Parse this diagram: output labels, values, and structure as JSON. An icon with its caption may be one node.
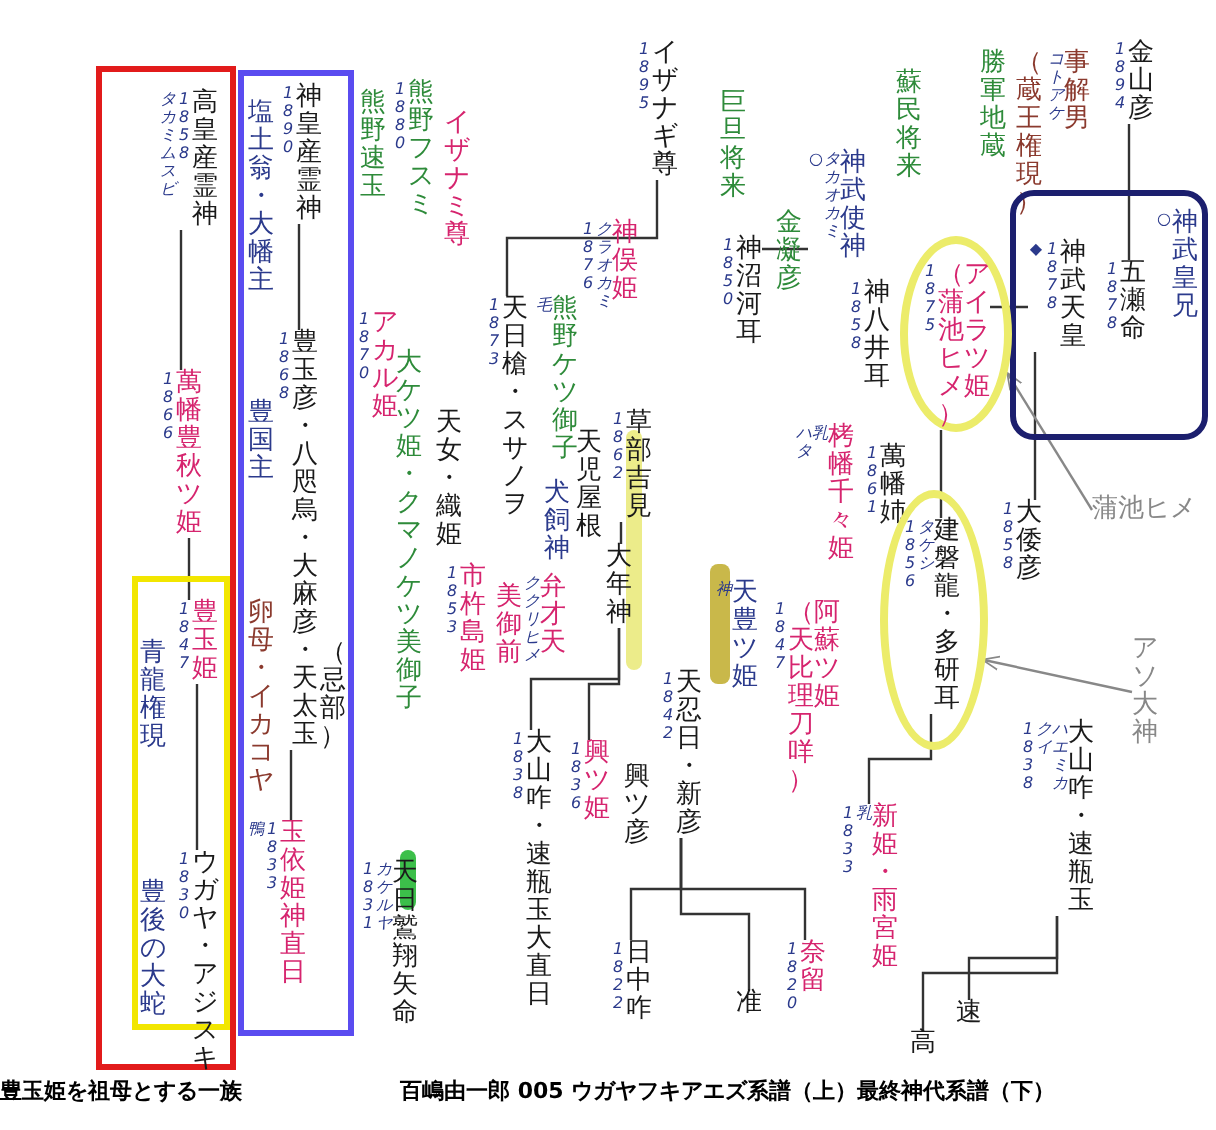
{
  "diagram": {
    "nodes": [
      {
        "text": [],
        "shape": "box"
      },
      {
        "text": [
          "高皇産霊神"
        ],
        "beside": [
          "タカミムスビ",
          "1858"
        ],
        "in": 0
      },
      {
        "text": [
          "萬幡豊秋ツ姫"
        ],
        "beside": [
          "1866"
        ],
        "in": 0
      },
      {
        "text": [],
        "shape": "box",
        "in": 0
      },
      {
        "text": [
          "豊玉姫"
        ],
        "beside": [
          "1847"
        ],
        "in": 3
      },
      {
        "text": [
          "青龍権現"
        ],
        "in": 3
      },
      {
        "text": [
          "ウガヤ・アジスキ"
        ],
        "beside": [
          "1830"
        ],
        "in": 3
      },
      {
        "text": [
          "豊後の大蛇"
        ],
        "in": 3
      },
      {
        "text": [],
        "shape": "box"
      },
      {
        "text": [
          "神皇産霊神"
        ],
        "beside": [
          "1890"
        ],
        "in": 8
      },
      {
        "text": [
          "塩土翁・大幡主"
        ],
        "in": 8
      },
      {
        "text": [
          "豊玉彦・八咫烏・大麻彦・天太玉"
        ],
        "beside": [
          "1868"
        ],
        "in": 8
      },
      {
        "text": [
          "豊国主"
        ],
        "in": 8
      },
      {
        "text": [
          "（忌部）"
        ],
        "in": 8
      },
      {
        "text": [
          "卵母・イカコヤ"
        ],
        "in": 8
      },
      {
        "text": [
          "玉依姫",
          "神直日"
        ],
        "beside": [
          "鴨",
          "1833"
        ],
        "in": 8
      },
      {
        "text": [
          "熊野速玉"
        ]
      },
      {
        "text": [
          "熊野フスミ"
        ],
        "beside": [
          "1880"
        ]
      },
      {
        "text": [
          "イザナミ尊"
        ]
      },
      {
        "text": [
          "イザナギ尊"
        ],
        "beside": [
          "1895"
        ]
      },
      {
        "text": [
          "アカル姫"
        ],
        "beside": [
          "1870"
        ]
      },
      {
        "text": [
          "大ケツ姫・クマノケツ美御子"
        ]
      },
      {
        "text": [
          "天女・織姫"
        ]
      },
      {
        "text": [
          "天日槍・スサノヲ"
        ],
        "beside": [
          "1873"
        ]
      },
      {
        "text": [
          "熊野ケツ御子"
        ],
        "beside": [
          "毛"
        ]
      },
      {
        "text": [
          "神俣姫"
        ],
        "beside": [
          "1876",
          "クラオカミ"
        ]
      },
      {
        "text": [
          "市杵島姫"
        ],
        "beside": [
          "1853"
        ]
      },
      {
        "text": [
          "美御前"
        ]
      },
      {
        "text": [
          "弁才天"
        ],
        "beside": [
          "ククリヒメ"
        ]
      },
      {
        "text": [
          "草部吉見"
        ],
        "beside": [
          "1862"
        ]
      },
      {
        "text": [
          "大年神"
        ]
      },
      {
        "text": [
          "天児屋根"
        ]
      },
      {
        "text": [
          "犬飼神"
        ]
      },
      {
        "text": [
          "巨旦将来"
        ]
      },
      {
        "text": [
          "神沼河耳"
        ],
        "beside": [
          "1850"
        ]
      },
      {
        "text": [
          "金凝彦"
        ]
      },
      {
        "text": [
          "神武使神"
        ],
        "beside": [
          "○",
          "タカオカミ"
        ]
      },
      {
        "text": [
          "蘇民将来"
        ]
      },
      {
        "text": [
          "神八井耳"
        ],
        "beside": [
          "1858"
        ]
      },
      {
        "text": [
          "勝軍地蔵"
        ]
      },
      {
        "text": [
          "（蔵王権現）"
        ]
      },
      {
        "text": [
          "事解男"
        ],
        "beside": [
          "コトアケ"
        ]
      },
      {
        "text": [
          "金山彦"
        ],
        "beside": [
          "1894"
        ]
      },
      {
        "text": [],
        "shape": "box"
      },
      {
        "text": [
          "神武皇兄"
        ],
        "beside": [
          "○"
        ],
        "in": 43
      },
      {
        "text": [
          "五瀬命"
        ],
        "beside": [
          "1878"
        ],
        "in": 43
      },
      {
        "text": [
          "神武天皇"
        ],
        "beside": [
          "◆",
          "1878"
        ],
        "in": 43
      },
      {
        "text": [],
        "shape": "circle"
      },
      {
        "text": [
          "（蒲池ヒメ）",
          "アイラツ姫"
        ],
        "beside": [
          "1875"
        ],
        "in": 47
      },
      {
        "text": [
          "蒲池ヒメ"
        ]
      },
      {
        "text": [
          "萬幡姉"
        ],
        "beside": [
          "1861"
        ]
      },
      {
        "text": [
          "栲幡千々姫"
        ],
        "beside": [
          "ハタ",
          "乳"
        ]
      },
      {
        "text": [
          "大倭彦"
        ],
        "beside": [
          "1858"
        ]
      },
      {
        "text": [],
        "shape": "circle"
      },
      {
        "text": [
          "建磐龍・多研耳"
        ],
        "beside": [
          "1856",
          "タケシ"
        ],
        "in": 53
      },
      {
        "text": [
          "アソ大神"
        ]
      },
      {
        "text": [
          "天豊ツ姫"
        ],
        "beside": [
          "神"
        ]
      },
      {
        "text": [
          "（天比理刀咩）",
          "阿蘇ツ姫"
        ],
        "beside": [
          "1847"
        ]
      },
      {
        "text": [
          "天忍日・新彦"
        ],
        "beside": [
          "1842"
        ]
      },
      {
        "text": [
          "興ツ彦"
        ]
      },
      {
        "text": [
          "興ツ姫"
        ],
        "beside": [
          "1836"
        ]
      },
      {
        "text": [
          "大山咋・速瓶玉大直日"
        ],
        "beside": [
          "1838"
        ]
      },
      {
        "text": [
          "日中咋"
        ],
        "beside": [
          "1822"
        ]
      },
      {
        "text": [
          "准"
        ]
      },
      {
        "text": [
          "奈留"
        ],
        "beside": [
          "1820"
        ]
      },
      {
        "text": [
          "新姫・雨宮姫"
        ],
        "beside": [
          "1833",
          "乳"
        ]
      },
      {
        "text": [
          "大山咋・速瓶玉"
        ],
        "beside": [
          "1838",
          "クイ",
          "ハエミカ"
        ]
      },
      {
        "text": [
          "高"
        ]
      },
      {
        "text": [
          "速"
        ]
      },
      {
        "text": [
          "天日鷲翔矢命"
        ],
        "beside": [
          "1831",
          "カケルヤ"
        ]
      }
    ],
    "edges": [
      {
        "from": 1,
        "to": 2,
        "arrow": "none"
      },
      {
        "from": 2,
        "to": 4,
        "arrow": "none"
      },
      {
        "from": 4,
        "to": 6,
        "arrow": "none"
      },
      {
        "from": 9,
        "to": 11,
        "arrow": "none"
      },
      {
        "from": 11,
        "to": 15,
        "arrow": "none"
      },
      {
        "from": 19,
        "to": 23,
        "arrow": "none"
      },
      {
        "from": 42,
        "to": 45,
        "arrow": "none"
      },
      {
        "from": 46,
        "to": 48,
        "arrow": "none"
      },
      {
        "from": 48,
        "to": 54,
        "arrow": "none"
      },
      {
        "from": 46,
        "to": 52,
        "arrow": "none"
      },
      {
        "from": 34,
        "to": 36,
        "arrow": "none"
      },
      {
        "from": 29,
        "to": 30,
        "arrow": "none"
      },
      {
        "from": 30,
        "to": 61,
        "arrow": "none"
      },
      {
        "from": 30,
        "to": 60,
        "arrow": "none"
      },
      {
        "from": 54,
        "to": 65,
        "arrow": "none"
      },
      {
        "from": 58,
        "to": 62,
        "arrow": "none"
      },
      {
        "from": 58,
        "to": 63,
        "arrow": "none"
      },
      {
        "from": 58,
        "to": 64,
        "arrow": "none"
      },
      {
        "from": 66,
        "to": 67,
        "arrow": "none"
      },
      {
        "from": 66,
        "to": 68,
        "arrow": "none"
      },
      {
        "from": 49,
        "to": 47,
        "arrow": "to",
        "color": "#888888"
      },
      {
        "from": 55,
        "to": 53,
        "arrow": "to",
        "color": "#888888"
      }
    ],
    "labels": [
      "豊玉姫を祖母とする一族",
      "百嶋由一郎 005 ウガヤフキアエズ系譜（上）最終神代系譜（下）"
    ]
  }
}
